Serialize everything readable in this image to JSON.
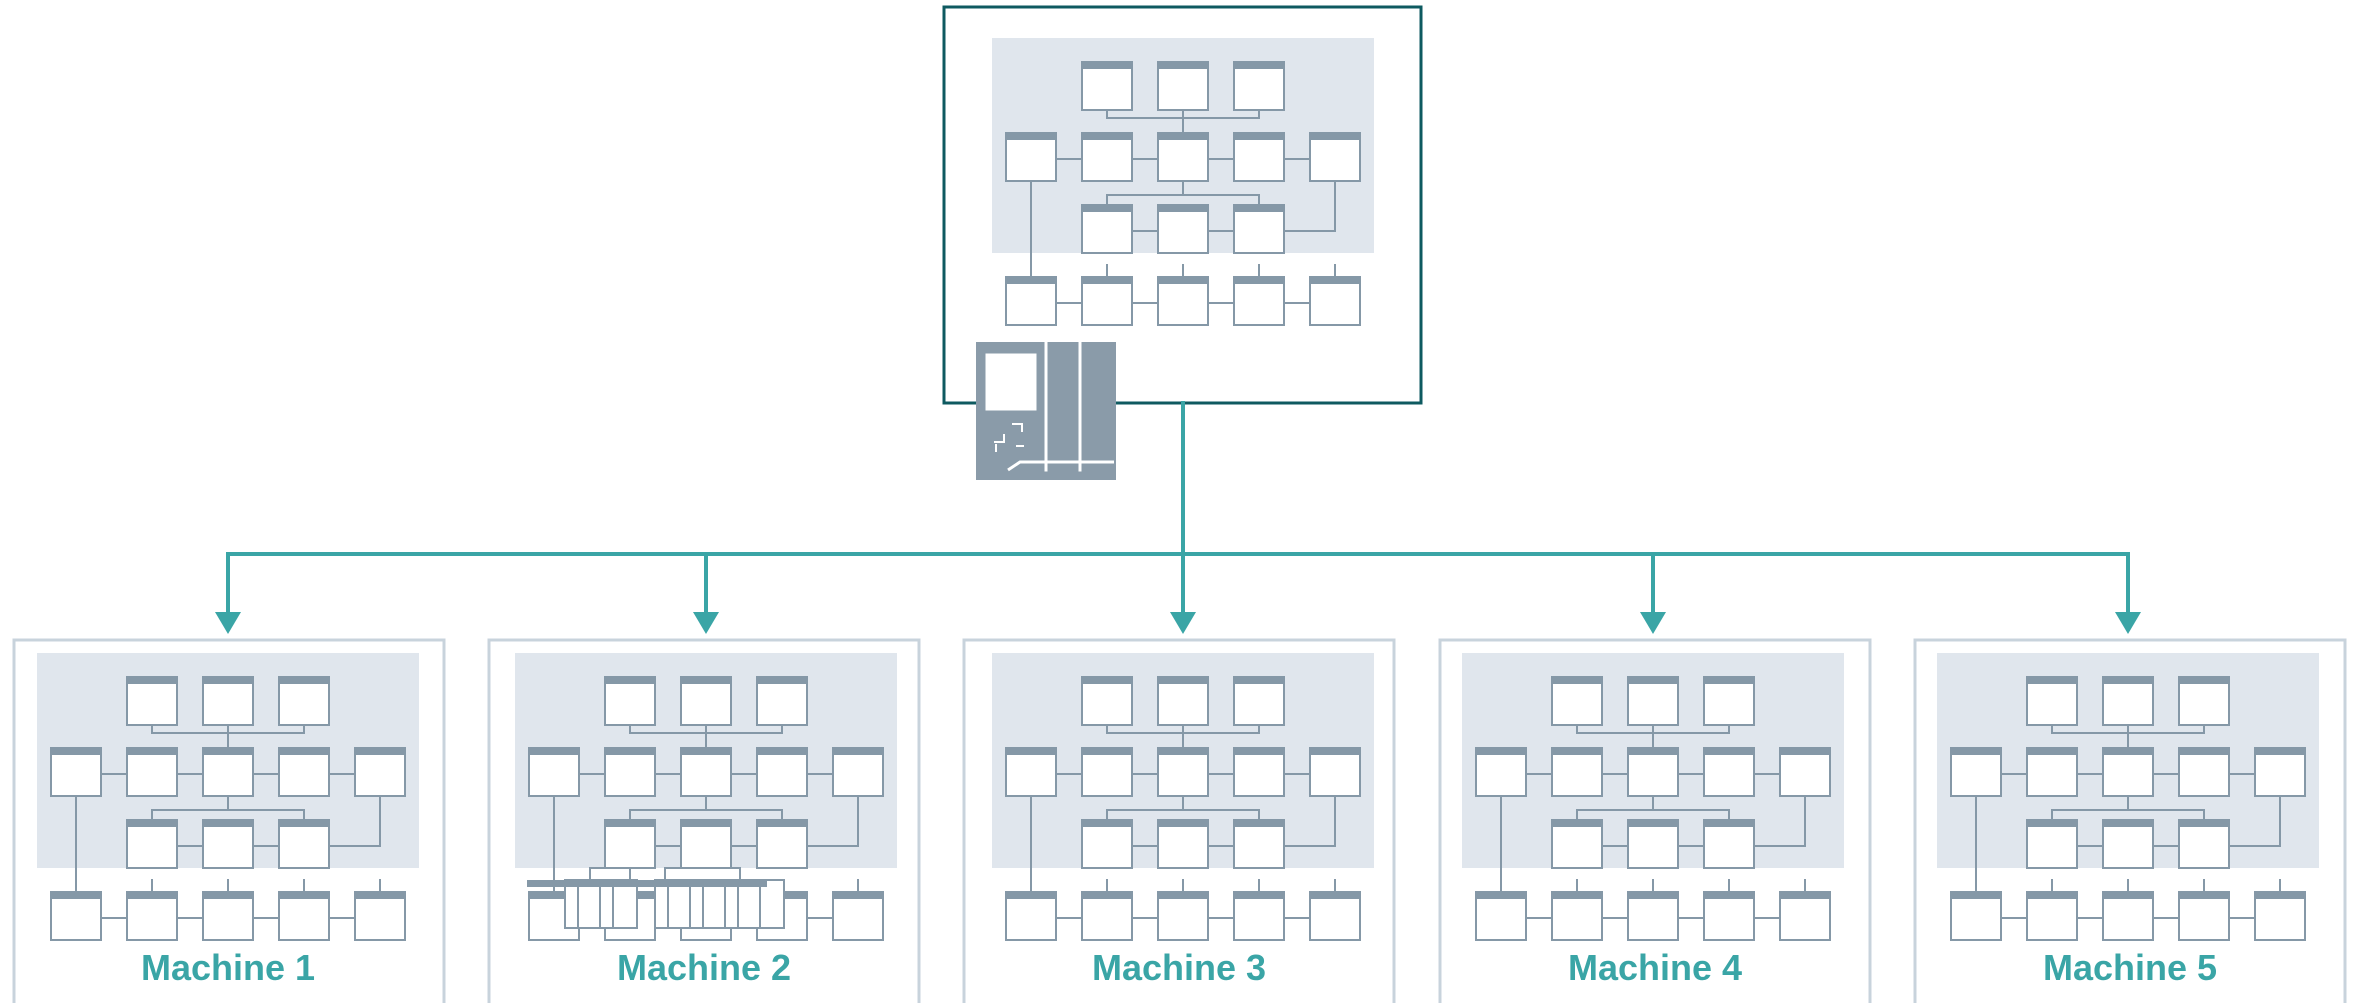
{
  "colors": {
    "connector": "#3aa5a6",
    "master_frame": "#0e5a60",
    "machine_frame": "#c8d3dc",
    "panel": "#e0e6ed",
    "block_header": "#8598a7",
    "block_stroke": "#8598a7",
    "plc_body": "#8a9ba9"
  },
  "icons": {
    "controller": "plc-controller-icon",
    "program_block": "program-block-icon"
  },
  "master": {
    "name": "master-program"
  },
  "machines": [
    {
      "label": "Machine 1"
    },
    {
      "label": "Machine 2"
    },
    {
      "label": "Machine 3"
    },
    {
      "label": "Machine 4"
    },
    {
      "label": "Machine 5"
    }
  ]
}
